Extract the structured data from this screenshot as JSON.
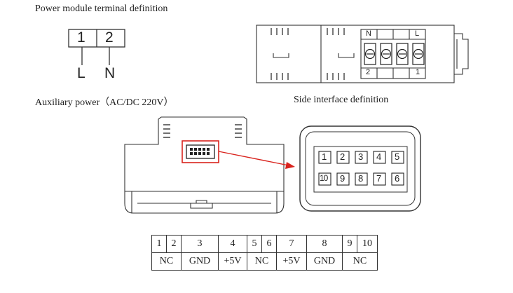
{
  "captions": {
    "power_module": "Power module terminal definition",
    "aux_power": "Auxiliary power（AC/DC 220V）",
    "side_interface": "Side interface definition"
  },
  "terminal_block": {
    "numbers": [
      "1",
      "2"
    ],
    "letters": [
      "L",
      "N"
    ]
  },
  "side_view": {
    "top_labels": [
      "N",
      "L"
    ],
    "bottom_labels": [
      "2",
      "1"
    ]
  },
  "connector_pins": {
    "top_row": [
      "1",
      "2",
      "3",
      "4",
      "5"
    ],
    "bottom_row": [
      "10",
      "9",
      "8",
      "7",
      "6"
    ]
  },
  "pin_table": {
    "numbers": [
      "1",
      "2",
      "3",
      "4",
      "5",
      "6",
      "7",
      "8",
      "9",
      "10"
    ],
    "signals": [
      "NC",
      "GND",
      "+5V",
      "NC",
      "+5V",
      "GND",
      "NC"
    ]
  },
  "colors": {
    "callout": "#d9231d",
    "line": "#333333"
  }
}
